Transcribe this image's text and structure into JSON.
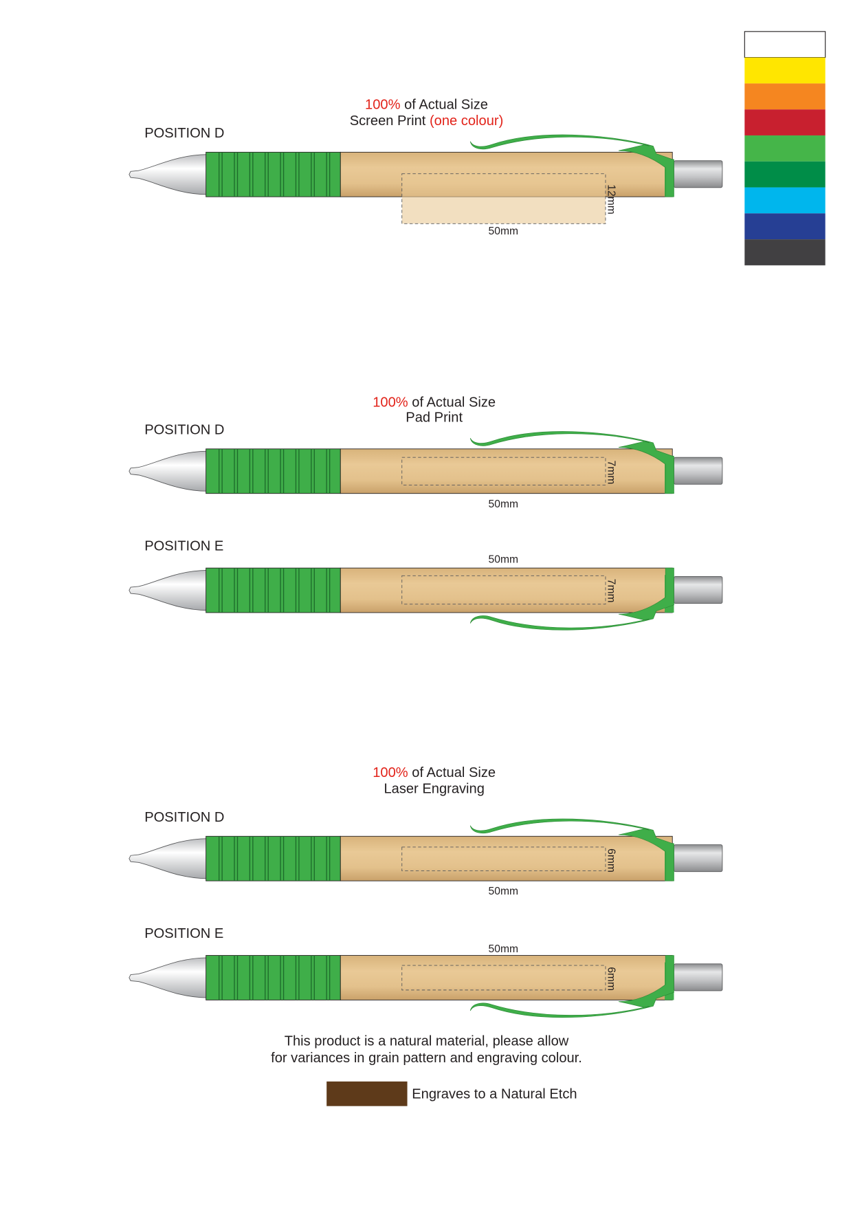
{
  "palette": {
    "swatches": [
      "#ffffff",
      "#ffe600",
      "#f58620",
      "#c8202f",
      "#45b549",
      "#008d48",
      "#00b6ed",
      "#263f94",
      "#414042"
    ]
  },
  "sections": [
    {
      "scale_pct": "100%",
      "scale_text": " of Actual Size",
      "method": "Screen Print ",
      "method_note": "(one colour)",
      "pens": [
        {
          "position": "POSITION D",
          "width_label": "50mm",
          "height_label": "12mm"
        }
      ]
    },
    {
      "scale_pct": "100%",
      "scale_text": " of Actual Size",
      "method": "Pad Print",
      "pens": [
        {
          "position": "POSITION D",
          "width_label": "50mm",
          "height_label": "7mm"
        },
        {
          "position": "POSITION E",
          "width_label": "50mm",
          "height_label": "7mm"
        }
      ]
    },
    {
      "scale_pct": "100%",
      "scale_text": " of Actual Size",
      "method": "Laser Engraving",
      "pens": [
        {
          "position": "POSITION D",
          "width_label": "50mm",
          "height_label": "6mm"
        },
        {
          "position": "POSITION E",
          "width_label": "50mm",
          "height_label": "6mm"
        }
      ]
    }
  ],
  "footer": {
    "line1": "This product is a natural material, please allow",
    "line2": "for variances in grain pattern and engraving colour.",
    "etch_color": "#5e3a1a",
    "etch_label": "Engraves to a Natural Etch"
  }
}
